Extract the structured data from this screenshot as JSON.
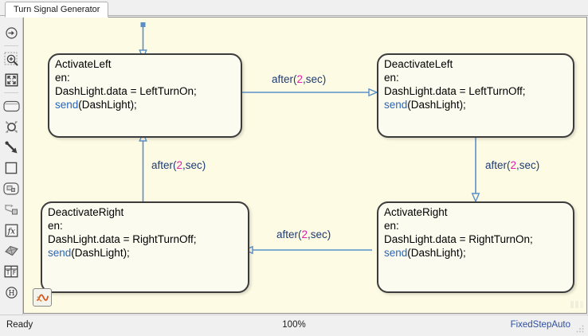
{
  "window": {
    "tab_label": "Turn Signal Generator"
  },
  "toolbar": {
    "items": [
      {
        "name": "explore-arrow-icon",
        "title": "Navigate / Explore"
      },
      {
        "name": "zoom-in-icon",
        "title": "Zoom In"
      },
      {
        "name": "fit-to-view-icon",
        "title": "Fit to View"
      },
      {
        "name": "state-icon",
        "title": "State"
      },
      {
        "name": "junction-icon",
        "title": "History / Connective Junction"
      },
      {
        "name": "default-transition-icon",
        "title": "Default Transition"
      },
      {
        "name": "box-icon",
        "title": "Box"
      },
      {
        "name": "simulink-state-icon",
        "title": "Simulink State"
      },
      {
        "name": "graphical-function-icon",
        "title": "Graphical Function"
      },
      {
        "name": "matlab-function-icon",
        "title": "MATLAB Function"
      },
      {
        "name": "simulink-function-icon",
        "title": "Simulink Function"
      },
      {
        "name": "truth-table-icon",
        "title": "Truth Table"
      },
      {
        "name": "history-junction-icon",
        "title": "History Junction"
      }
    ]
  },
  "chart": {
    "background_color": "#fdfbe4",
    "states": [
      {
        "id": "activate-left",
        "title": "ActivateLeft",
        "lines": [
          {
            "text": "en:"
          },
          {
            "text": "DashLight.data = LeftTurnOn;"
          },
          {
            "keyword": "send",
            "rest": "(DashLight);"
          }
        ]
      },
      {
        "id": "deactivate-left",
        "title": "DeactivateLeft",
        "lines": [
          {
            "text": "en:"
          },
          {
            "text": "DashLight.data = LeftTurnOff;"
          },
          {
            "keyword": "send",
            "rest": "(DashLight);"
          }
        ]
      },
      {
        "id": "deactivate-right",
        "title": "DeactivateRight",
        "lines": [
          {
            "text": "en:"
          },
          {
            "text": "DashLight.data = RightTurnOff;"
          },
          {
            "keyword": "send",
            "rest": "(DashLight);"
          }
        ]
      },
      {
        "id": "activate-right",
        "title": "ActivateRight",
        "lines": [
          {
            "text": "en:"
          },
          {
            "text": "DashLight.data = RightTurnOn;"
          },
          {
            "keyword": "send",
            "rest": "(DashLight);"
          }
        ]
      }
    ],
    "transitions": [
      {
        "id": "t-left-to-deactleft",
        "from": "ActivateLeft",
        "to": "DeactivateLeft",
        "prefix": "after(",
        "value": "2",
        "suffix": ",sec)"
      },
      {
        "id": "t-deactleft-to-actright",
        "from": "DeactivateLeft",
        "to": "ActivateRight",
        "prefix": "after(",
        "value": "2",
        "suffix": ",sec)"
      },
      {
        "id": "t-actright-to-deactright",
        "from": "ActivateRight",
        "to": "DeactivateRight",
        "prefix": "after(",
        "value": "2",
        "suffix": ",sec)"
      },
      {
        "id": "t-deactright-to-actleft",
        "from": "DeactivateRight",
        "to": "ActivateLeft",
        "prefix": "after(",
        "value": "2",
        "suffix": ",sec)"
      }
    ],
    "default_transition_target": "ActivateLeft",
    "badge": "simulink-logo-icon",
    "colors": {
      "transition_line": "#5b8fc9",
      "label_text": "#1f3b73",
      "label_number": "#e020b0",
      "keyword": "#2b66b5",
      "state_border": "#3c3c3c",
      "state_fill": "#fbfbf0"
    }
  },
  "status": {
    "ready": "Ready",
    "zoom": "100%",
    "solver": "FixedStepAuto"
  }
}
